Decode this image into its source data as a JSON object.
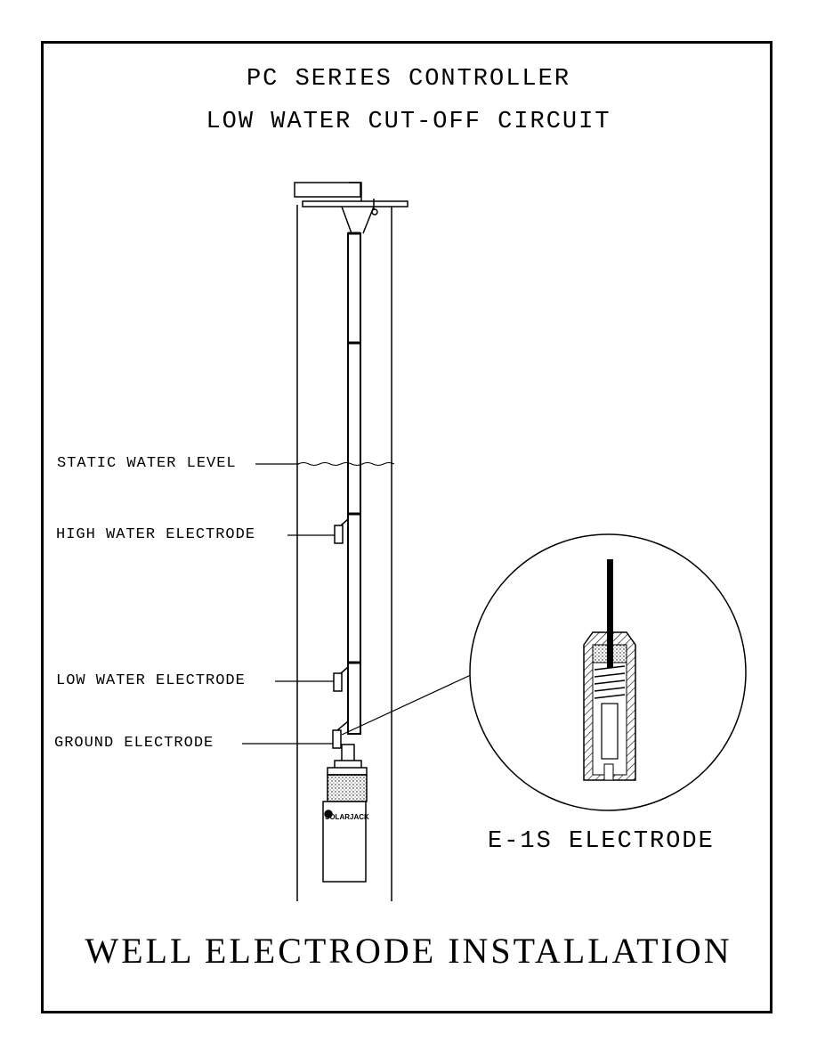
{
  "header": {
    "line1": "PC SERIES CONTROLLER",
    "line2": "LOW WATER CUT-OFF CIRCUIT"
  },
  "labels": {
    "static_water_level": "STATIC WATER LEVEL",
    "high_water_electrode": "HIGH WATER ELECTRODE",
    "low_water_electrode": "LOW WATER ELECTRODE",
    "ground_electrode": "GROUND ELECTRODE"
  },
  "pump_brand": "SOLARJACK",
  "detail_caption": "E-1S ELECTRODE",
  "footer": "WELL ELECTRODE INSTALLATION"
}
